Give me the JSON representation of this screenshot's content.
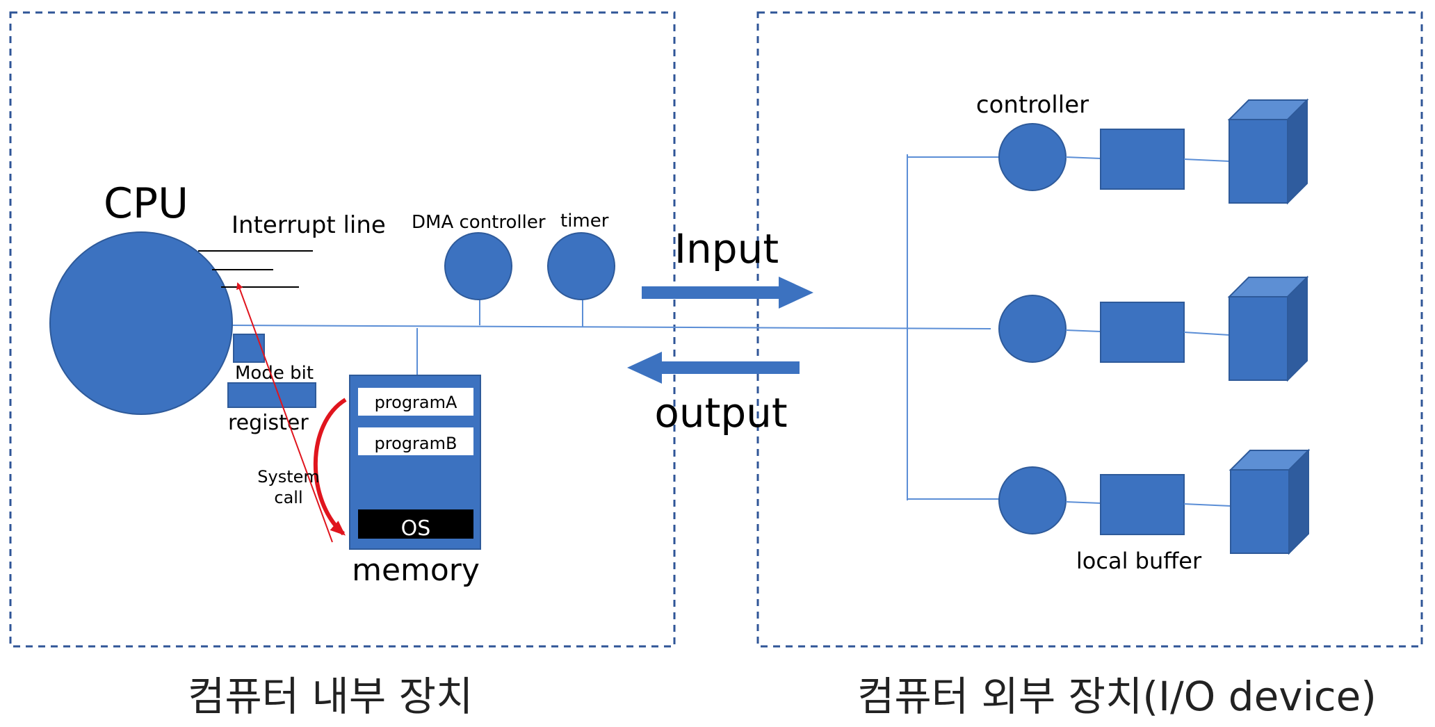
{
  "colors": {
    "shape_fill": "#3C72C0",
    "shape_stroke": "#2E5A9A",
    "cube_top": "#5D8FD4",
    "cube_side": "#2F5C9E",
    "line": "#5B8ED6",
    "dashed_border": "#2F5597",
    "syscall_arrow": "#E0151E",
    "os_block": "#000000"
  },
  "internal": {
    "cpu_label": "CPU",
    "interrupt_line_label": "Interrupt line",
    "dma_label": "DMA controller",
    "timer_label": "timer",
    "mode_bit_label": "Mode bit",
    "register_label": "register",
    "system_call_label_1": "System",
    "system_call_label_2": "call",
    "program_a": "programA",
    "program_b": "programB",
    "os_label": "OS",
    "memory_label": "memory"
  },
  "io": {
    "input_label": "Input",
    "output_label": "output"
  },
  "external": {
    "controller_label": "controller",
    "local_buffer_label": "local buffer"
  },
  "captions": {
    "internal": "컴퓨터 내부 장치",
    "external": "컴퓨터 외부 장치(I/O device)"
  }
}
